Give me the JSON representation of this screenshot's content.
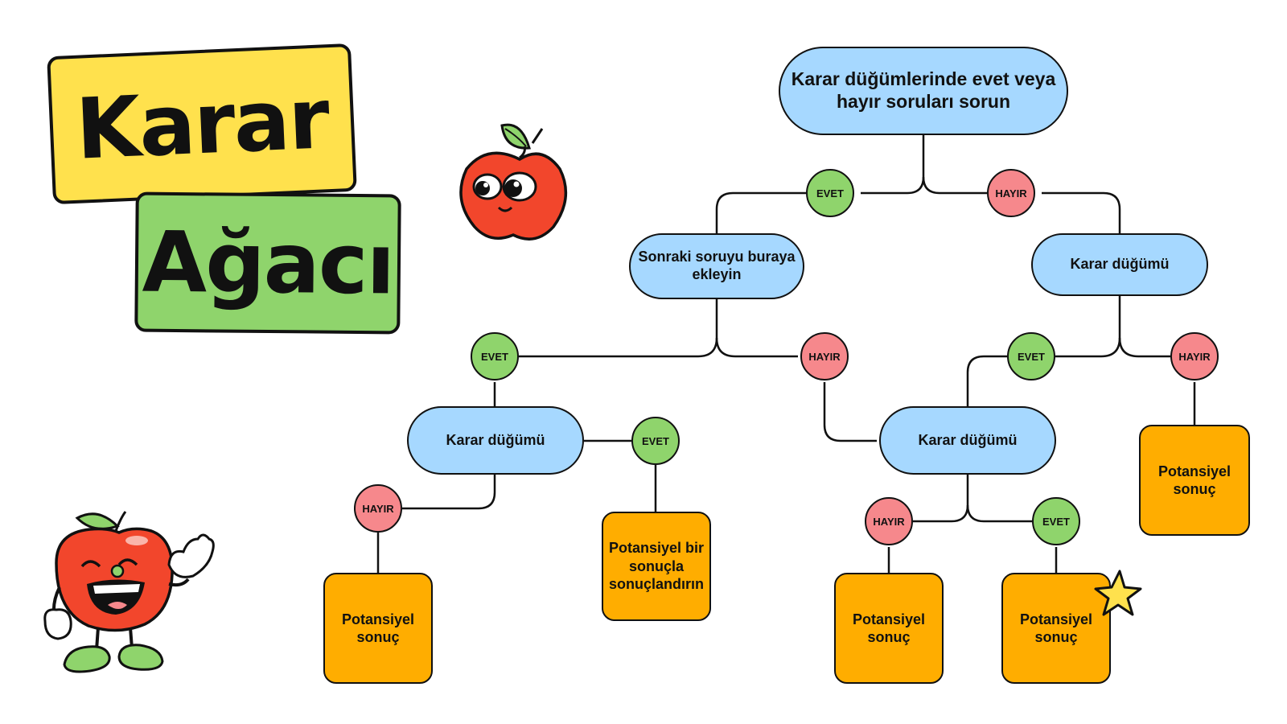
{
  "title": {
    "line1": "Karar",
    "line2": "Ağacı"
  },
  "colors": {
    "title_yellow": "#ffe14d",
    "title_green": "#8fd46c",
    "question_node": "#a6d8ff",
    "outcome_node": "#ffad00",
    "yes_badge": "#8fd46c",
    "no_badge": "#f6888c",
    "apple_red": "#f2462c",
    "star": "#ffe14d"
  },
  "diagram": {
    "root": {
      "text": "Karar düğümlerinde evet veya hayır soruları sorun"
    },
    "level1_yes_badge": "EVET",
    "level1_no_badge": "HAYIR",
    "left_question": {
      "text": "Sonraki soruyu buraya ekleyin"
    },
    "right_question": {
      "text": "Karar düğümü"
    },
    "left_yes_badge": "EVET",
    "left_no_badge": "HAYIR",
    "right_yes_badge": "EVET",
    "right_no_badge": "HAYIR",
    "decision_a": {
      "text": "Karar düğümü"
    },
    "decision_b": {
      "text": "Karar düğümü"
    },
    "a_no_badge": "HAYIR",
    "a_yes_badge": "EVET",
    "b_no_badge": "HAYIR",
    "b_yes_badge": "EVET",
    "outcome_a_no": "Potansiyel sonuç",
    "outcome_a_yes": "Potansiyel bir sonuçla sonuçlandırın",
    "outcome_b_no": "Potansiyel sonuç",
    "outcome_b_yes": "Potansiyel sonuç",
    "outcome_right_no": "Potansiyel sonuç"
  },
  "decorations": [
    "apple-mascot-icon",
    "apple-character-icon",
    "star-icon",
    "leaf-icon"
  ]
}
